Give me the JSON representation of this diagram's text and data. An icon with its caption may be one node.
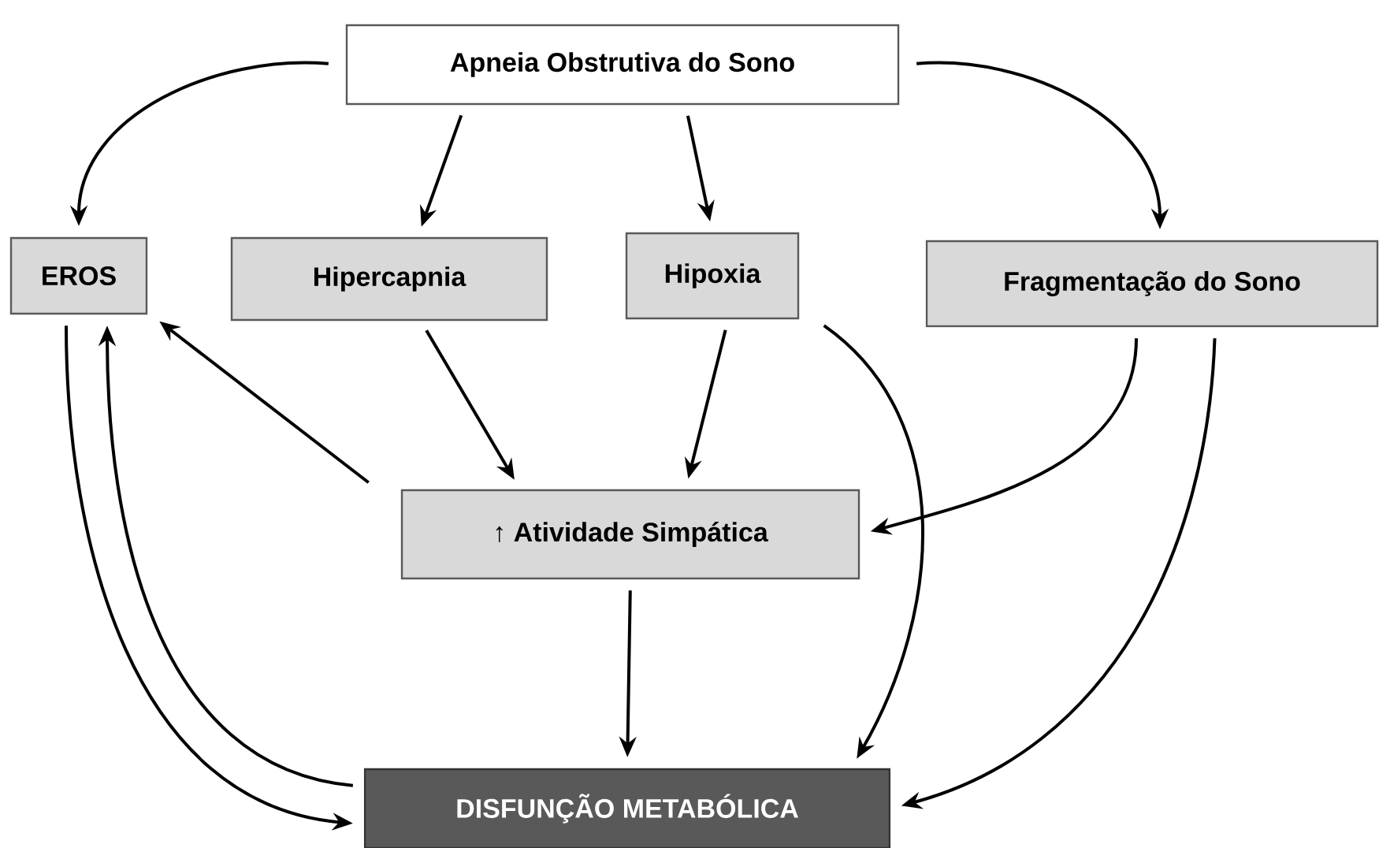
{
  "diagram": {
    "nodes": [
      {
        "text": [
          "Apneia Obstrutiva do Sono"
        ]
      },
      {
        "text": [
          "EROS"
        ]
      },
      {
        "text": [
          "Hipercapnia"
        ]
      },
      {
        "text": [
          "Hipoxia"
        ]
      },
      {
        "text": [
          "Fragmentação do Sono"
        ]
      },
      {
        "text": [
          "↑ Atividade Simpática"
        ]
      },
      {
        "text": [
          "DISFUNÇÃO METABÓLICA"
        ]
      }
    ],
    "edges": [
      {
        "from": 0,
        "to": 1,
        "arrow": "to"
      },
      {
        "from": 0,
        "to": 2,
        "arrow": "to"
      },
      {
        "from": 0,
        "to": 3,
        "arrow": "to"
      },
      {
        "from": 0,
        "to": 4,
        "arrow": "to"
      },
      {
        "from": 2,
        "to": 5,
        "arrow": "to"
      },
      {
        "from": 3,
        "to": 5,
        "arrow": "to"
      },
      {
        "from": 5,
        "to": 1,
        "arrow": "to"
      },
      {
        "from": 4,
        "to": 5,
        "arrow": "to"
      },
      {
        "from": 3,
        "to": 6,
        "arrow": "to"
      },
      {
        "from": 4,
        "to": 6,
        "arrow": "to"
      },
      {
        "from": 5,
        "to": 6,
        "arrow": "to"
      },
      {
        "from": 1,
        "to": 6,
        "arrow": "to"
      },
      {
        "from": 6,
        "to": 1,
        "arrow": "to"
      }
    ]
  }
}
